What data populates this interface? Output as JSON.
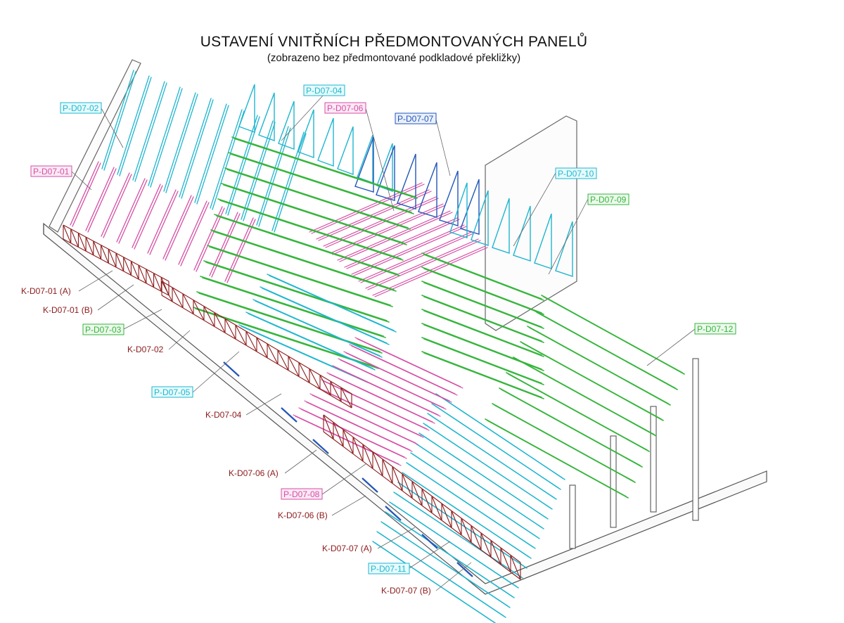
{
  "title": "USTAVENÍ VNITŘNÍCH PŘEDMONTOVANÝCH PANELŮ",
  "subtitle": "(zobrazeno bez předmontované podkladové překližky)",
  "colors": {
    "cyan": "#1fb6cf",
    "pink": "#d64fa6",
    "green": "#36b53c",
    "blue": "#2356b8",
    "darkred": "#8c1a1a",
    "grey": "#7a7a7a",
    "label_cyan_fill": "#e6fbfd",
    "label_pink_fill": "#fbe9f5",
    "label_green_fill": "#ecf9ec",
    "label_blue_fill": "#eaf0fb"
  },
  "labels": {
    "p0702": "P-D07-02",
    "p0701": "P-D07-01",
    "p0704": "P-D07-04",
    "p0706": "P-D07-06",
    "p0707": "P-D07-07",
    "p0710": "P-D07-10",
    "p0709": "P-D07-09",
    "p0703": "P-D07-03",
    "p0705": "P-D07-05",
    "p0712": "P-D07-12",
    "p0708": "P-D07-08",
    "p0711": "P-D07-11",
    "k0701a": "K-D07-01 (A)",
    "k0701b": "K-D07-01 (B)",
    "k0702": "K-D07-02",
    "k0704": "K-D07-04",
    "k0706a": "K-D07-06 (A)",
    "k0706b": "K-D07-06 (B)",
    "k0707a": "K-D07-07 (A)",
    "k0707b": "K-D07-07 (B)"
  }
}
